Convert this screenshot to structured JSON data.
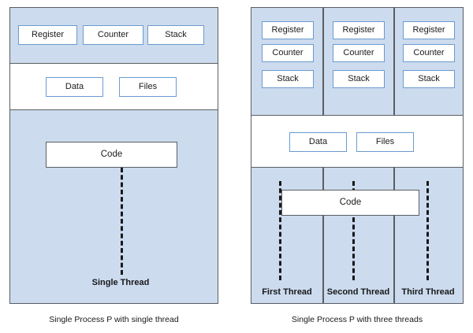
{
  "figure": {
    "title_left": "Single Process P with single thread",
    "title_right": "Single Process P with three threads"
  },
  "colors": {
    "panel_fill": "#cddbee",
    "panel_border": "#5a5e63",
    "box_border_blue": "#6a9bd1",
    "box_border_dark": "#5a5e63",
    "box_fill": "#ffffff",
    "thread_line": "#17191c",
    "text": "#16181b",
    "background": "#ffffff"
  },
  "left_panel": {
    "name": "single-threaded-process",
    "top_band": {
      "boxes": [
        {
          "label": "Register"
        },
        {
          "label": "Counter"
        },
        {
          "label": "Stack"
        }
      ]
    },
    "middle_band": {
      "boxes": [
        {
          "label": "Data"
        },
        {
          "label": "Files"
        }
      ]
    },
    "bottom_band": {
      "code_box": {
        "label": "Code"
      },
      "threads": [
        {
          "label": "Single Thread"
        }
      ]
    },
    "caption": "Single Process P with single thread"
  },
  "right_panel": {
    "name": "multi-threaded-process",
    "top_band": {
      "columns": [
        {
          "boxes": [
            {
              "label": "Register"
            },
            {
              "label": "Counter"
            },
            {
              "label": "Stack"
            }
          ]
        },
        {
          "boxes": [
            {
              "label": "Register"
            },
            {
              "label": "Counter"
            },
            {
              "label": "Stack"
            }
          ]
        },
        {
          "boxes": [
            {
              "label": "Register"
            },
            {
              "label": "Counter"
            },
            {
              "label": "Stack"
            }
          ]
        }
      ]
    },
    "middle_band": {
      "boxes": [
        {
          "label": "Data"
        },
        {
          "label": "Files"
        }
      ]
    },
    "bottom_band": {
      "code_box": {
        "label": "Code"
      },
      "threads": [
        {
          "label": "First Thread"
        },
        {
          "label": "Second Thread"
        },
        {
          "label": "Third Thread"
        }
      ]
    },
    "caption": "Single Process P with three threads"
  }
}
